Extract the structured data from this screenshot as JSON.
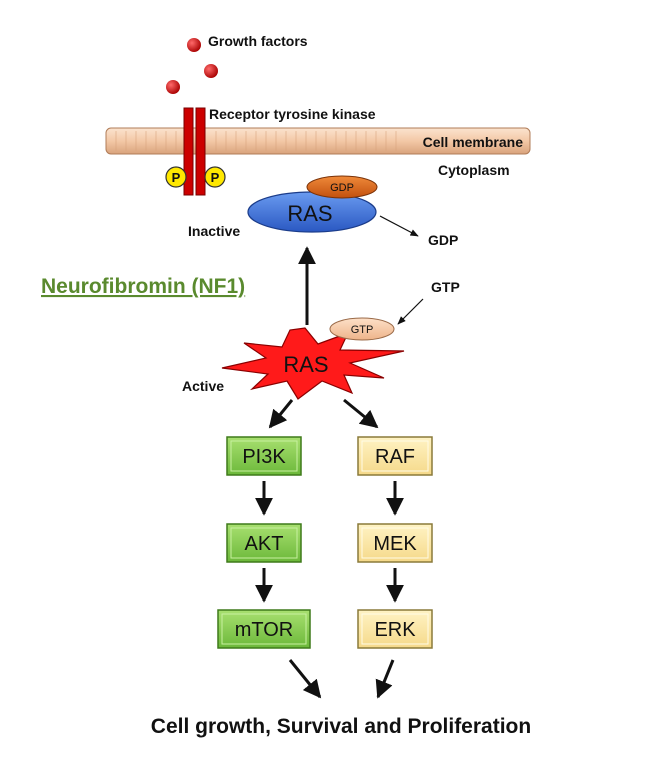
{
  "labels": {
    "growth_factors": "Growth factors",
    "receptor": "Receptor tyrosine kinase",
    "cell_membrane": "Cell membrane",
    "cytoplasm": "Cytoplasm",
    "inactive": "Inactive",
    "active": "Active",
    "gdp_out": "GDP",
    "gtp_in": "GTP",
    "nf1": "Neurofibromin (NF1)",
    "outcome": "Cell growth, Survival and Proliferation"
  },
  "ras": {
    "inactive_label": "RAS",
    "gdp_badge": "GDP",
    "active_label": "RAS",
    "gtp_badge": "GTP"
  },
  "phospho": [
    "P",
    "P"
  ],
  "pathways": {
    "pi3k": [
      "PI3K",
      "AKT",
      "mTOR"
    ],
    "mapk": [
      "RAF",
      "MEK",
      "ERK"
    ]
  },
  "colors": {
    "growth_factor": "#cc0000",
    "receptor": "#cc0000",
    "membrane": "#f3c8a6",
    "phospho": "#ffe800",
    "ras_inactive": "#3a6fd8",
    "gdp": "#d8641a",
    "ras_active": "#ff1a1a",
    "gtp": "#f7c8a4",
    "pi3k_box": "#8ccf4e",
    "mapk_box": "#fbe6a2",
    "nf1_text": "#5a8a2e"
  }
}
